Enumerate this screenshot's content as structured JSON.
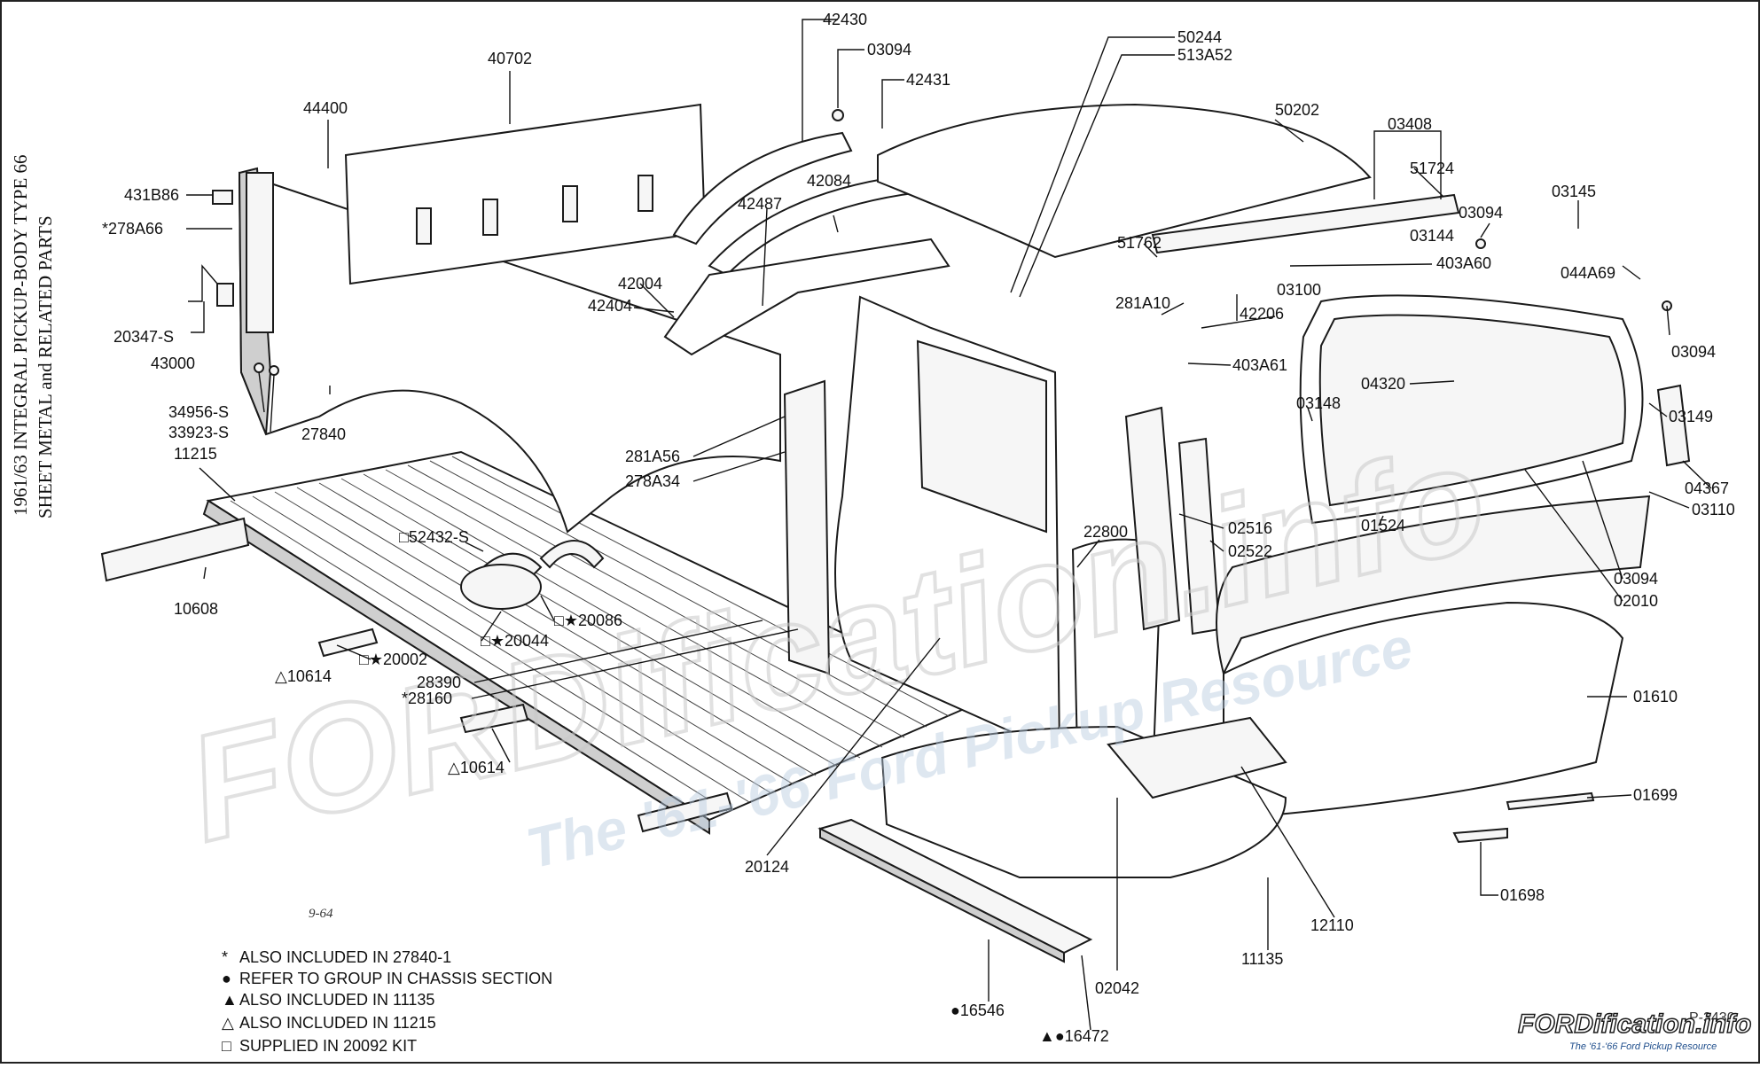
{
  "side_title": {
    "line1": "SHEET METAL and RELATED PARTS",
    "line2": "1961/63   INTEGRAL PICKUP-BODY TYPE 66"
  },
  "watermark": {
    "main": "FORDification.info",
    "sub": "The '61-'66 Ford Pickup Resource"
  },
  "figure_code": "P-3430",
  "date_code": "9-64",
  "legend": [
    {
      "symbol": "*",
      "text": "ALSO INCLUDED IN 27840-1"
    },
    {
      "symbol": "●",
      "text": "REFER TO GROUP IN CHASSIS SECTION"
    },
    {
      "symbol": "▲",
      "text": "ALSO INCLUDED IN  11135"
    },
    {
      "symbol": "△",
      "text": "ALSO INCLUDED IN  11215"
    },
    {
      "symbol": "□",
      "text": "SUPPLIED IN 20092 KIT"
    }
  ],
  "callouts": [
    {
      "text": "42430"
    },
    {
      "text": "03094"
    },
    {
      "text": "42431"
    },
    {
      "text": "50244"
    },
    {
      "text": "513A52"
    },
    {
      "text": "40702"
    },
    {
      "text": "44400"
    },
    {
      "text": "50202"
    },
    {
      "text": "03408"
    },
    {
      "text": "51724"
    },
    {
      "text": "03094"
    },
    {
      "text": "03145"
    },
    {
      "text": "431B86"
    },
    {
      "text": "*278A66"
    },
    {
      "text": "42084"
    },
    {
      "text": "42487"
    },
    {
      "text": "51762"
    },
    {
      "text": "03144"
    },
    {
      "text": "403A60"
    },
    {
      "text": "044A69"
    },
    {
      "text": "42004"
    },
    {
      "text": "42404"
    },
    {
      "text": "281A10"
    },
    {
      "text": "42206"
    },
    {
      "text": "03100"
    },
    {
      "text": "03094"
    },
    {
      "text": "20347-S"
    },
    {
      "text": "43000"
    },
    {
      "text": "403A61"
    },
    {
      "text": "04320"
    },
    {
      "text": "03148"
    },
    {
      "text": "03149"
    },
    {
      "text": "34956-S"
    },
    {
      "text": "33923-S"
    },
    {
      "text": "27840"
    },
    {
      "text": "11215"
    },
    {
      "text": "281A56"
    },
    {
      "text": "278A34"
    },
    {
      "text": "04367"
    },
    {
      "text": "03110"
    },
    {
      "text": "22800"
    },
    {
      "text": "02516"
    },
    {
      "text": "02522"
    },
    {
      "text": "01524"
    },
    {
      "text": "□52432-S"
    },
    {
      "text": "10608"
    },
    {
      "text": "□★20086"
    },
    {
      "text": "03094"
    },
    {
      "text": "02010"
    },
    {
      "text": "□★20044"
    },
    {
      "text": "△10614"
    },
    {
      "text": "□★20002"
    },
    {
      "text": "28390"
    },
    {
      "text": "*28160"
    },
    {
      "text": "01610"
    },
    {
      "text": "△10614"
    },
    {
      "text": "01699"
    },
    {
      "text": "20124"
    },
    {
      "text": "01698"
    },
    {
      "text": "12110"
    },
    {
      "text": "11135"
    },
    {
      "text": "02042"
    },
    {
      "text": "●16546"
    },
    {
      "text": "▲●16472"
    }
  ]
}
